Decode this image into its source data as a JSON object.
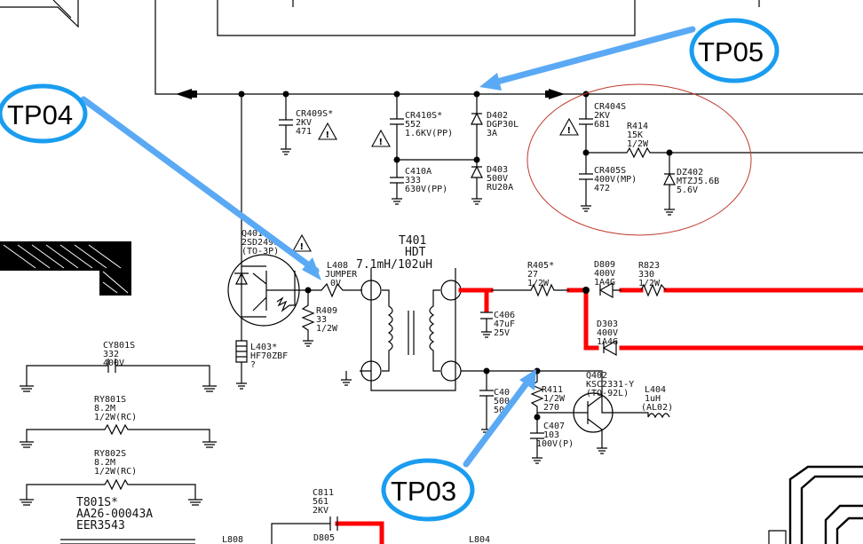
{
  "test_points": {
    "tp03": "TP03",
    "tp04": "TP04",
    "tp05": "TP05"
  },
  "transformer": {
    "ref": "T401",
    "type": "HDT",
    "value": "7.1mH/102uH"
  },
  "components": {
    "cr409s": {
      "ref": "CR409S*",
      "v1": "2KV",
      "v2": "471"
    },
    "cr410s": {
      "ref": "CR410S*",
      "v1": "552",
      "v2": "1.6KV(PP)"
    },
    "d402": {
      "ref": "D402",
      "v1": "DGP30L",
      "v2": "3A"
    },
    "c410a": {
      "ref": "C410A",
      "v1": "333",
      "v2": "630V(PP)"
    },
    "d403": {
      "ref": "D403",
      "v1": "500V",
      "v2": "RU20A"
    },
    "cr404s": {
      "ref": "CR404S",
      "v1": "2KV",
      "v2": "681"
    },
    "r414": {
      "ref": "R414",
      "v1": "15K",
      "v2": "1/2W"
    },
    "cr405s": {
      "ref": "CR405S",
      "v1": "400V(MP)",
      "v2": "472"
    },
    "dz402": {
      "ref": "DZ402",
      "v1": "MTZJ5.6B",
      "v2": "5.6V"
    },
    "q401": {
      "ref": "Q401",
      "v1": "2SD2499",
      "v2": "(TO-3P)"
    },
    "l408": {
      "ref": "L408",
      "v1": "JUMPER",
      "v2": "0V"
    },
    "r409": {
      "ref": "R409",
      "v1": "33",
      "v2": "1/2W"
    },
    "l403": {
      "ref": "L403*",
      "v1": "HF70ZBF",
      "v2": "?"
    },
    "r405": {
      "ref": "R405*",
      "v1": "27",
      "v2": "1/2W"
    },
    "d809": {
      "ref": "D809",
      "v1": "400V",
      "v2": "1A4G"
    },
    "r823": {
      "ref": "R823",
      "v1": "330",
      "v2": "1/2W"
    },
    "c406": {
      "ref": "C406",
      "v1": "47uF",
      "v2": "25V"
    },
    "d303": {
      "ref": "D303",
      "v1": "400V",
      "v2": "1A4G"
    },
    "c40x": {
      "ref": "C40",
      "v1": "500",
      "v2": "50"
    },
    "r411": {
      "ref": "R411",
      "v1": "1/2W",
      "v2": "270"
    },
    "q402": {
      "ref": "Q402",
      "v1": "KSC2331-Y",
      "v2": "(TO-92L)"
    },
    "l404": {
      "ref": "L404",
      "v1": "1uH",
      "v2": "(AL02)"
    },
    "c407": {
      "ref": "C407",
      "v1": "103",
      "v2": "100V(P)"
    },
    "cy801s": {
      "ref": "CY801S",
      "v1": "332",
      "v2": "400V"
    },
    "ry801s": {
      "ref": "RY801S",
      "v1": "8.2M",
      "v2": "1/2W(RC)"
    },
    "ry802s": {
      "ref": "RY802S",
      "v1": "8.2M",
      "v2": "1/2W(RC)"
    },
    "t801s": {
      "ref": "T801S*",
      "v1": "AA26-00043A",
      "v2": "EER3543"
    },
    "c811": {
      "ref": "C811",
      "v1": "561",
      "v2": "2KV"
    },
    "d805": {
      "ref": "D805"
    },
    "l808": {
      "ref": "L808"
    },
    "l804": {
      "ref": "L804"
    }
  },
  "colors": {
    "highlight_trace": "#ff0000",
    "callout_arrow": "#5aa9f4",
    "callout_ring": "#1a9df0",
    "region_circle": "#c0392b"
  }
}
